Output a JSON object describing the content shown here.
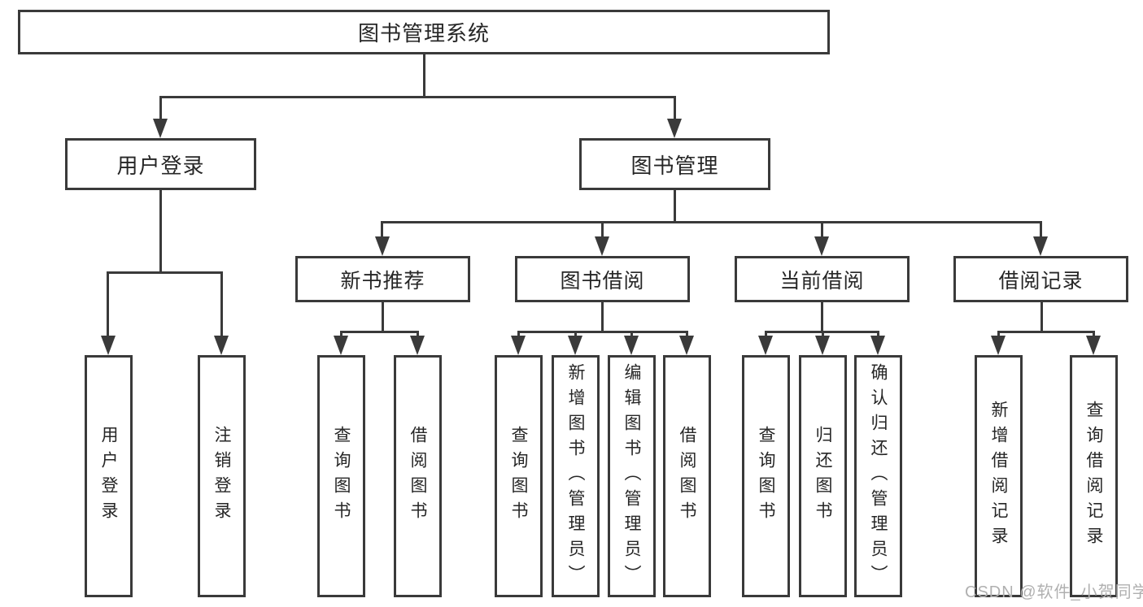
{
  "colors": {
    "line": "#3a3a3a",
    "box_background": "#ffffff",
    "text": "#262626",
    "watermark": "#b0b0b0"
  },
  "tree": {
    "root": {
      "label": "图书管理系统"
    },
    "level2": {
      "user_login": {
        "label": "用户登录",
        "children": [
          {
            "label": "用户登录"
          },
          {
            "label": "注销登录"
          }
        ]
      },
      "book_management": {
        "label": "图书管理",
        "children": [
          {
            "label": "新书推荐",
            "children": [
              {
                "label": "查询图书"
              },
              {
                "label": "借阅图书"
              }
            ]
          },
          {
            "label": "图书借阅",
            "children": [
              {
                "label": "查询图书"
              },
              {
                "label": "新增图书（管理员）"
              },
              {
                "label": "编辑图书（管理员）"
              },
              {
                "label": "借阅图书"
              }
            ]
          },
          {
            "label": "当前借阅",
            "children": [
              {
                "label": "查询图书"
              },
              {
                "label": "归还图书"
              },
              {
                "label": "确认归还（管理员）"
              }
            ]
          },
          {
            "label": "借阅记录",
            "children": [
              {
                "label": "新增借阅记录"
              },
              {
                "label": "查询借阅记录"
              }
            ]
          }
        ]
      }
    }
  },
  "watermark": {
    "text": "CSDN @软件_小贺同学"
  }
}
